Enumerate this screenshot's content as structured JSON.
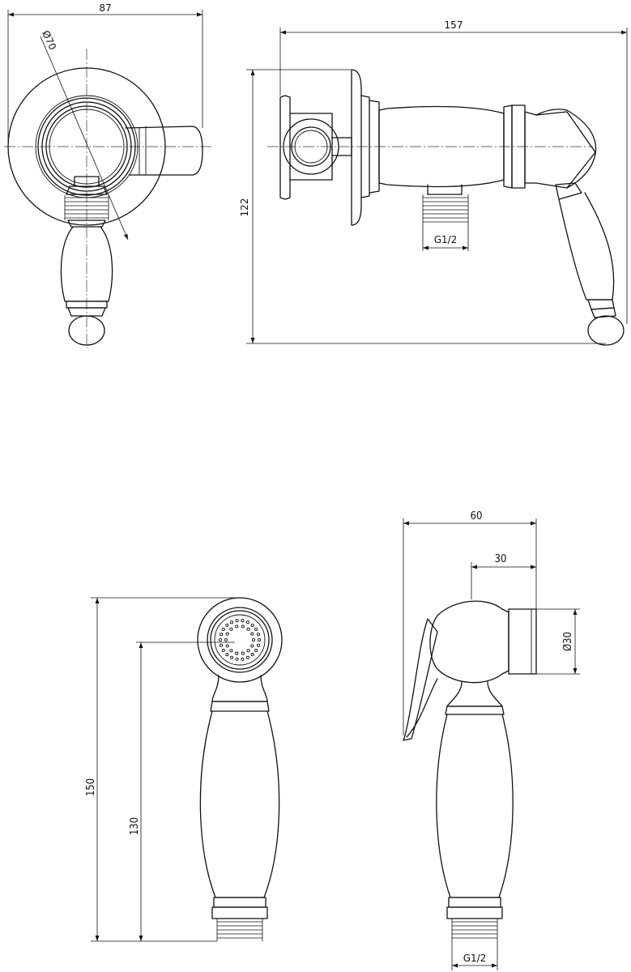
{
  "dimensions": {
    "top_front_width": "87",
    "top_front_diameter": "Ø70",
    "top_side_width": "157",
    "top_side_height": "122",
    "top_side_thread": "G1/2",
    "bottom_front_total": "150",
    "bottom_front_center": "130",
    "bottom_side_width": "60",
    "bottom_side_half": "30",
    "bottom_side_diameter": "Ø30",
    "bottom_side_thread": "G1/2"
  },
  "colors": {
    "line": "#111111",
    "background": "#ffffff"
  }
}
